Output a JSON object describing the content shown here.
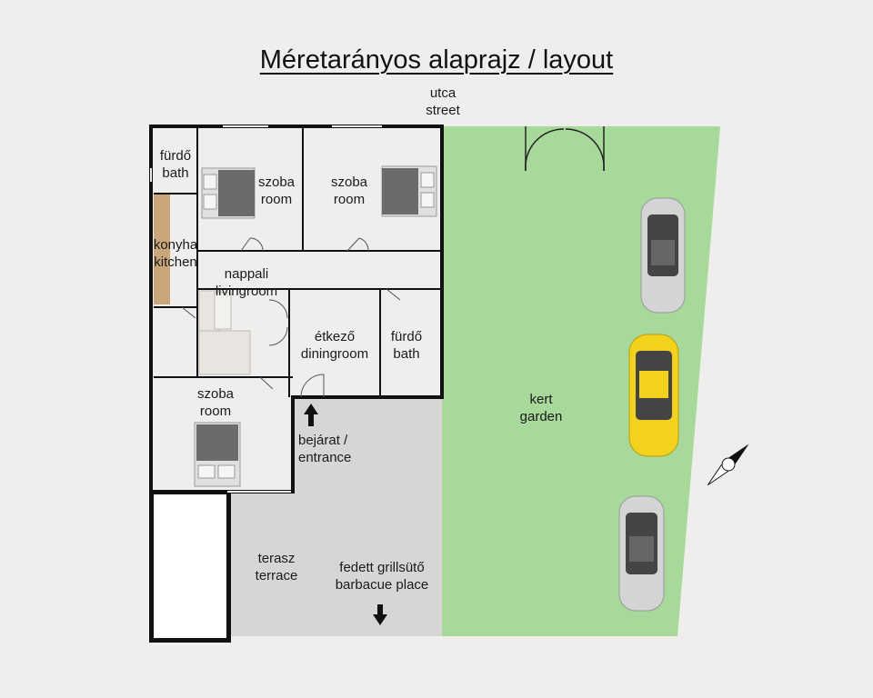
{
  "title": "Méretarányos alaprajz / layout",
  "labels": {
    "street": [
      "utca",
      "street"
    ],
    "bath_top": [
      "fürdő",
      "bath"
    ],
    "room1": [
      "szoba",
      "room"
    ],
    "room2": [
      "szoba",
      "room"
    ],
    "kitchen": [
      "konyha",
      "kitchen"
    ],
    "living": [
      "nappali",
      "livingroom"
    ],
    "dining": [
      "étkező",
      "diningroom"
    ],
    "bath_mid": [
      "fürdő",
      "bath"
    ],
    "room3": [
      "szoba",
      "room"
    ],
    "entrance": [
      "bejárat /",
      "entrance"
    ],
    "garden": [
      "kert",
      "garden"
    ],
    "terrace": [
      "terasz",
      "terrace"
    ],
    "bbq": [
      "fedett grillsütő",
      "barbacue place"
    ]
  },
  "colors": {
    "background": "#efeeec",
    "wall": "#111111",
    "garden": "#a7d99a",
    "terrace": "#d6d6d6",
    "kitchen_counter": "#c9a77a",
    "car_silver": "#d4d4d4",
    "car_yellow": "#f2d21c"
  },
  "icons": [
    "bed-icon",
    "sofa-icon",
    "car-icon",
    "compass-icon",
    "arrow-up-icon",
    "arrow-down-icon"
  ]
}
